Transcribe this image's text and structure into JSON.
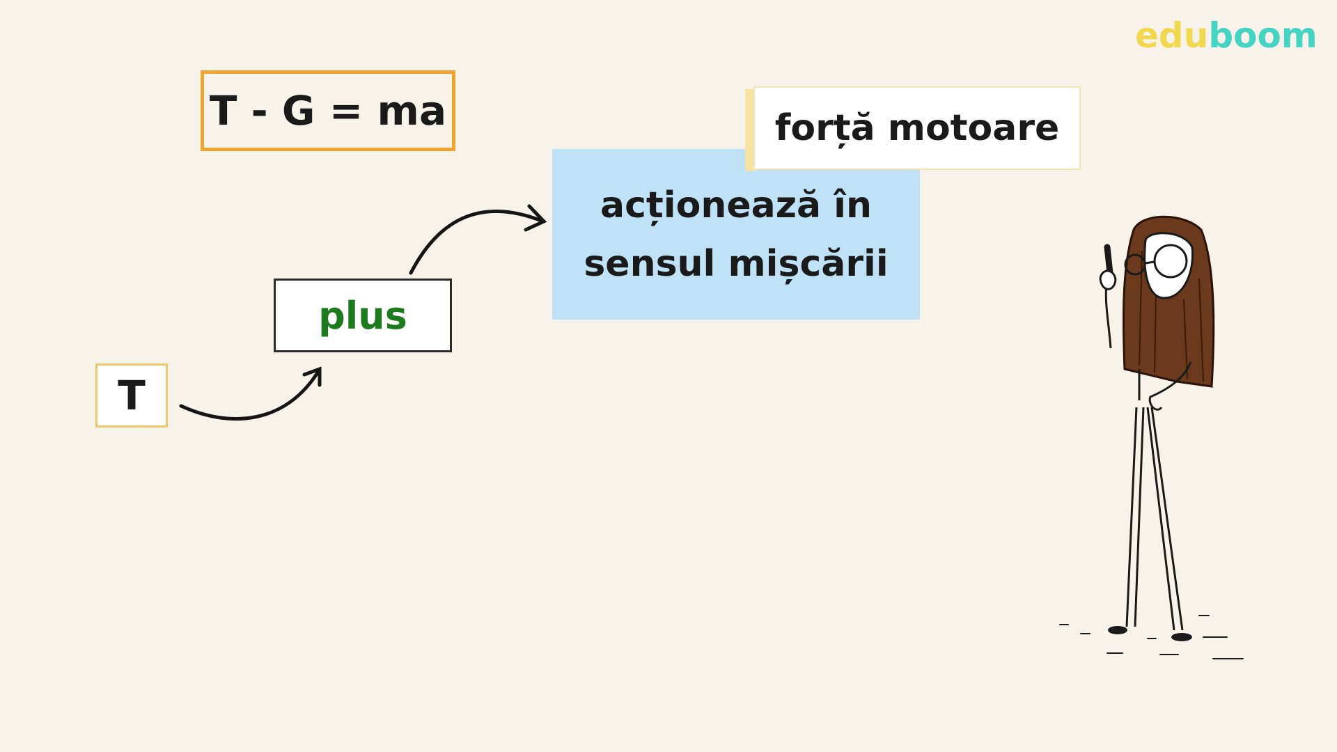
{
  "logo": {
    "part1": "edu",
    "part2": "boom"
  },
  "formula": {
    "text": "T - G = ma"
  },
  "motor_label": {
    "text": "forță motoare"
  },
  "direction_label": {
    "line1": "acționează în",
    "line2": "sensul mișcării"
  },
  "plus_label": {
    "text": "plus"
  },
  "tension_symbol": {
    "text": "T"
  },
  "colors": {
    "background": "#f7f3ea",
    "formula_border": "#f1a531",
    "blue_card": "#bfe2f6",
    "plus_text": "#1d7a1d",
    "logo_yellow": "#f2d84f",
    "logo_teal": "#45d3c4",
    "hair": "#6b3a1d"
  },
  "icons": [
    "curved-arrow-icon",
    "teacher-character-illustration"
  ]
}
